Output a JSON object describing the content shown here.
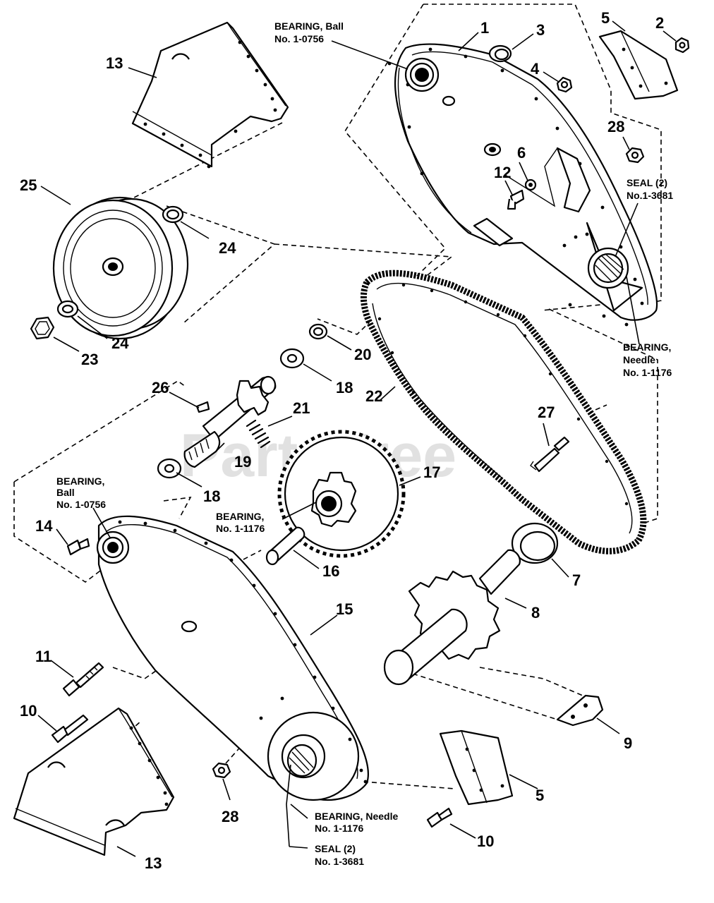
{
  "watermark": {
    "text": "PartsTree",
    "trademark": "™"
  },
  "callouts": [
    "1",
    "2",
    "3",
    "4",
    "5",
    "5",
    "6",
    "7",
    "8",
    "9",
    "10",
    "10",
    "11",
    "12",
    "13",
    "13",
    "14",
    "15",
    "16",
    "17",
    "18",
    "18",
    "19",
    "20",
    "21",
    "22",
    "23",
    "24",
    "24",
    "25",
    "26",
    "27",
    "28",
    "28"
  ],
  "labels": {
    "ball_bearing_top": [
      "BEARING, Ball",
      "No. 1-0756"
    ],
    "seal_right": [
      "SEAL (2)",
      "No.1-3681"
    ],
    "needle_bearing_right": [
      "BEARING,",
      "Needle",
      "No. 1-1176"
    ],
    "ball_bearing_left": [
      "BEARING,",
      "Ball",
      "No. 1-0756"
    ],
    "sprocket_bearing": [
      "BEARING,",
      "No. 1-1176"
    ],
    "needle_bearing_bottom": [
      "BEARING, Needle",
      "No. 1-1176"
    ],
    "seal_bottom": [
      "SEAL (2)",
      "No. 1-3681"
    ]
  }
}
